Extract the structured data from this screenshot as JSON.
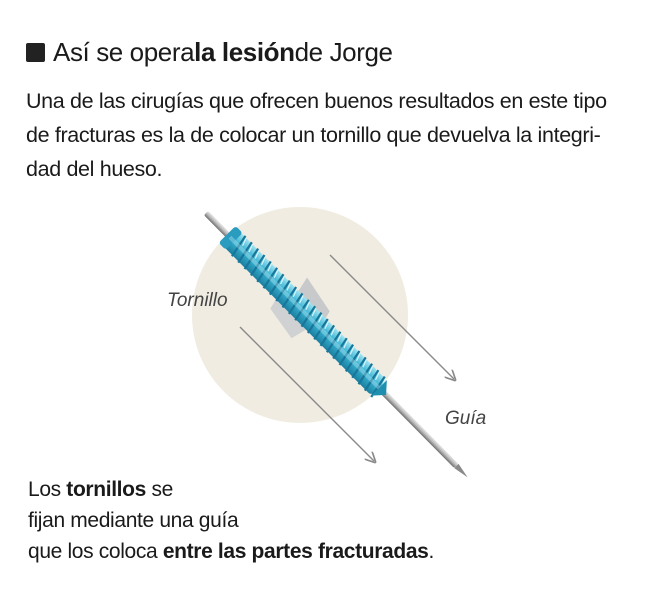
{
  "header": {
    "title_pre": "Así se opera ",
    "title_bold": "la lesión",
    "title_post": " de Jorge"
  },
  "intro": {
    "line1": "Una de las cirugías que ofrecen buenos resultados en este tipo",
    "line2": "de fracturas es la de colocar un tornillo que devuelva la integri-",
    "line3": "dad del hueso."
  },
  "diagram": {
    "label_screw": "Tornillo",
    "label_guide": "Guía",
    "colors": {
      "bone": "#f0ece1",
      "screw": "#3ab3d2",
      "screw_dark": "#1f8fb0",
      "guide": "#9a9a9a",
      "arrow": "#8a8a8a"
    }
  },
  "caption": {
    "l1_pre": "Los ",
    "l1_bold": "tornillos",
    "l1_post": " se",
    "l2": "fijan mediante una guía",
    "l3_pre": "que los coloca ",
    "l3_bold": "entre las partes fracturadas",
    "l3_post": "."
  }
}
